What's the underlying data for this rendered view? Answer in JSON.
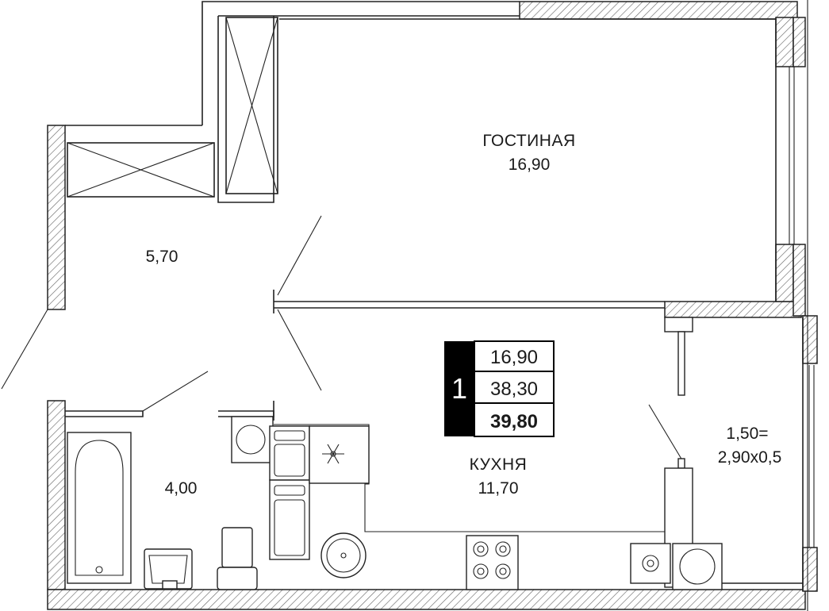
{
  "rooms": {
    "living": {
      "name": "ГОСТИНАЯ",
      "area": "16,90"
    },
    "kitchen": {
      "name": "КУХНЯ",
      "area": "11,70"
    },
    "hallway": {
      "area": "5,70"
    },
    "bathroom": {
      "area": "4,00"
    },
    "balcony": {
      "area_line1": "1,50=",
      "area_line2": "2,90х0,5"
    }
  },
  "badge": {
    "rooms_count": "1",
    "living_area": "16,90",
    "total_area": "38,30",
    "total_with_balcony": "39,80"
  },
  "icons": {
    "fridge": "snowflake-icon",
    "stove": "stove-burners-icon"
  },
  "colors": {
    "lines": "#222222",
    "badge_bg": "#000000",
    "hatch": "#6d6d6d"
  }
}
